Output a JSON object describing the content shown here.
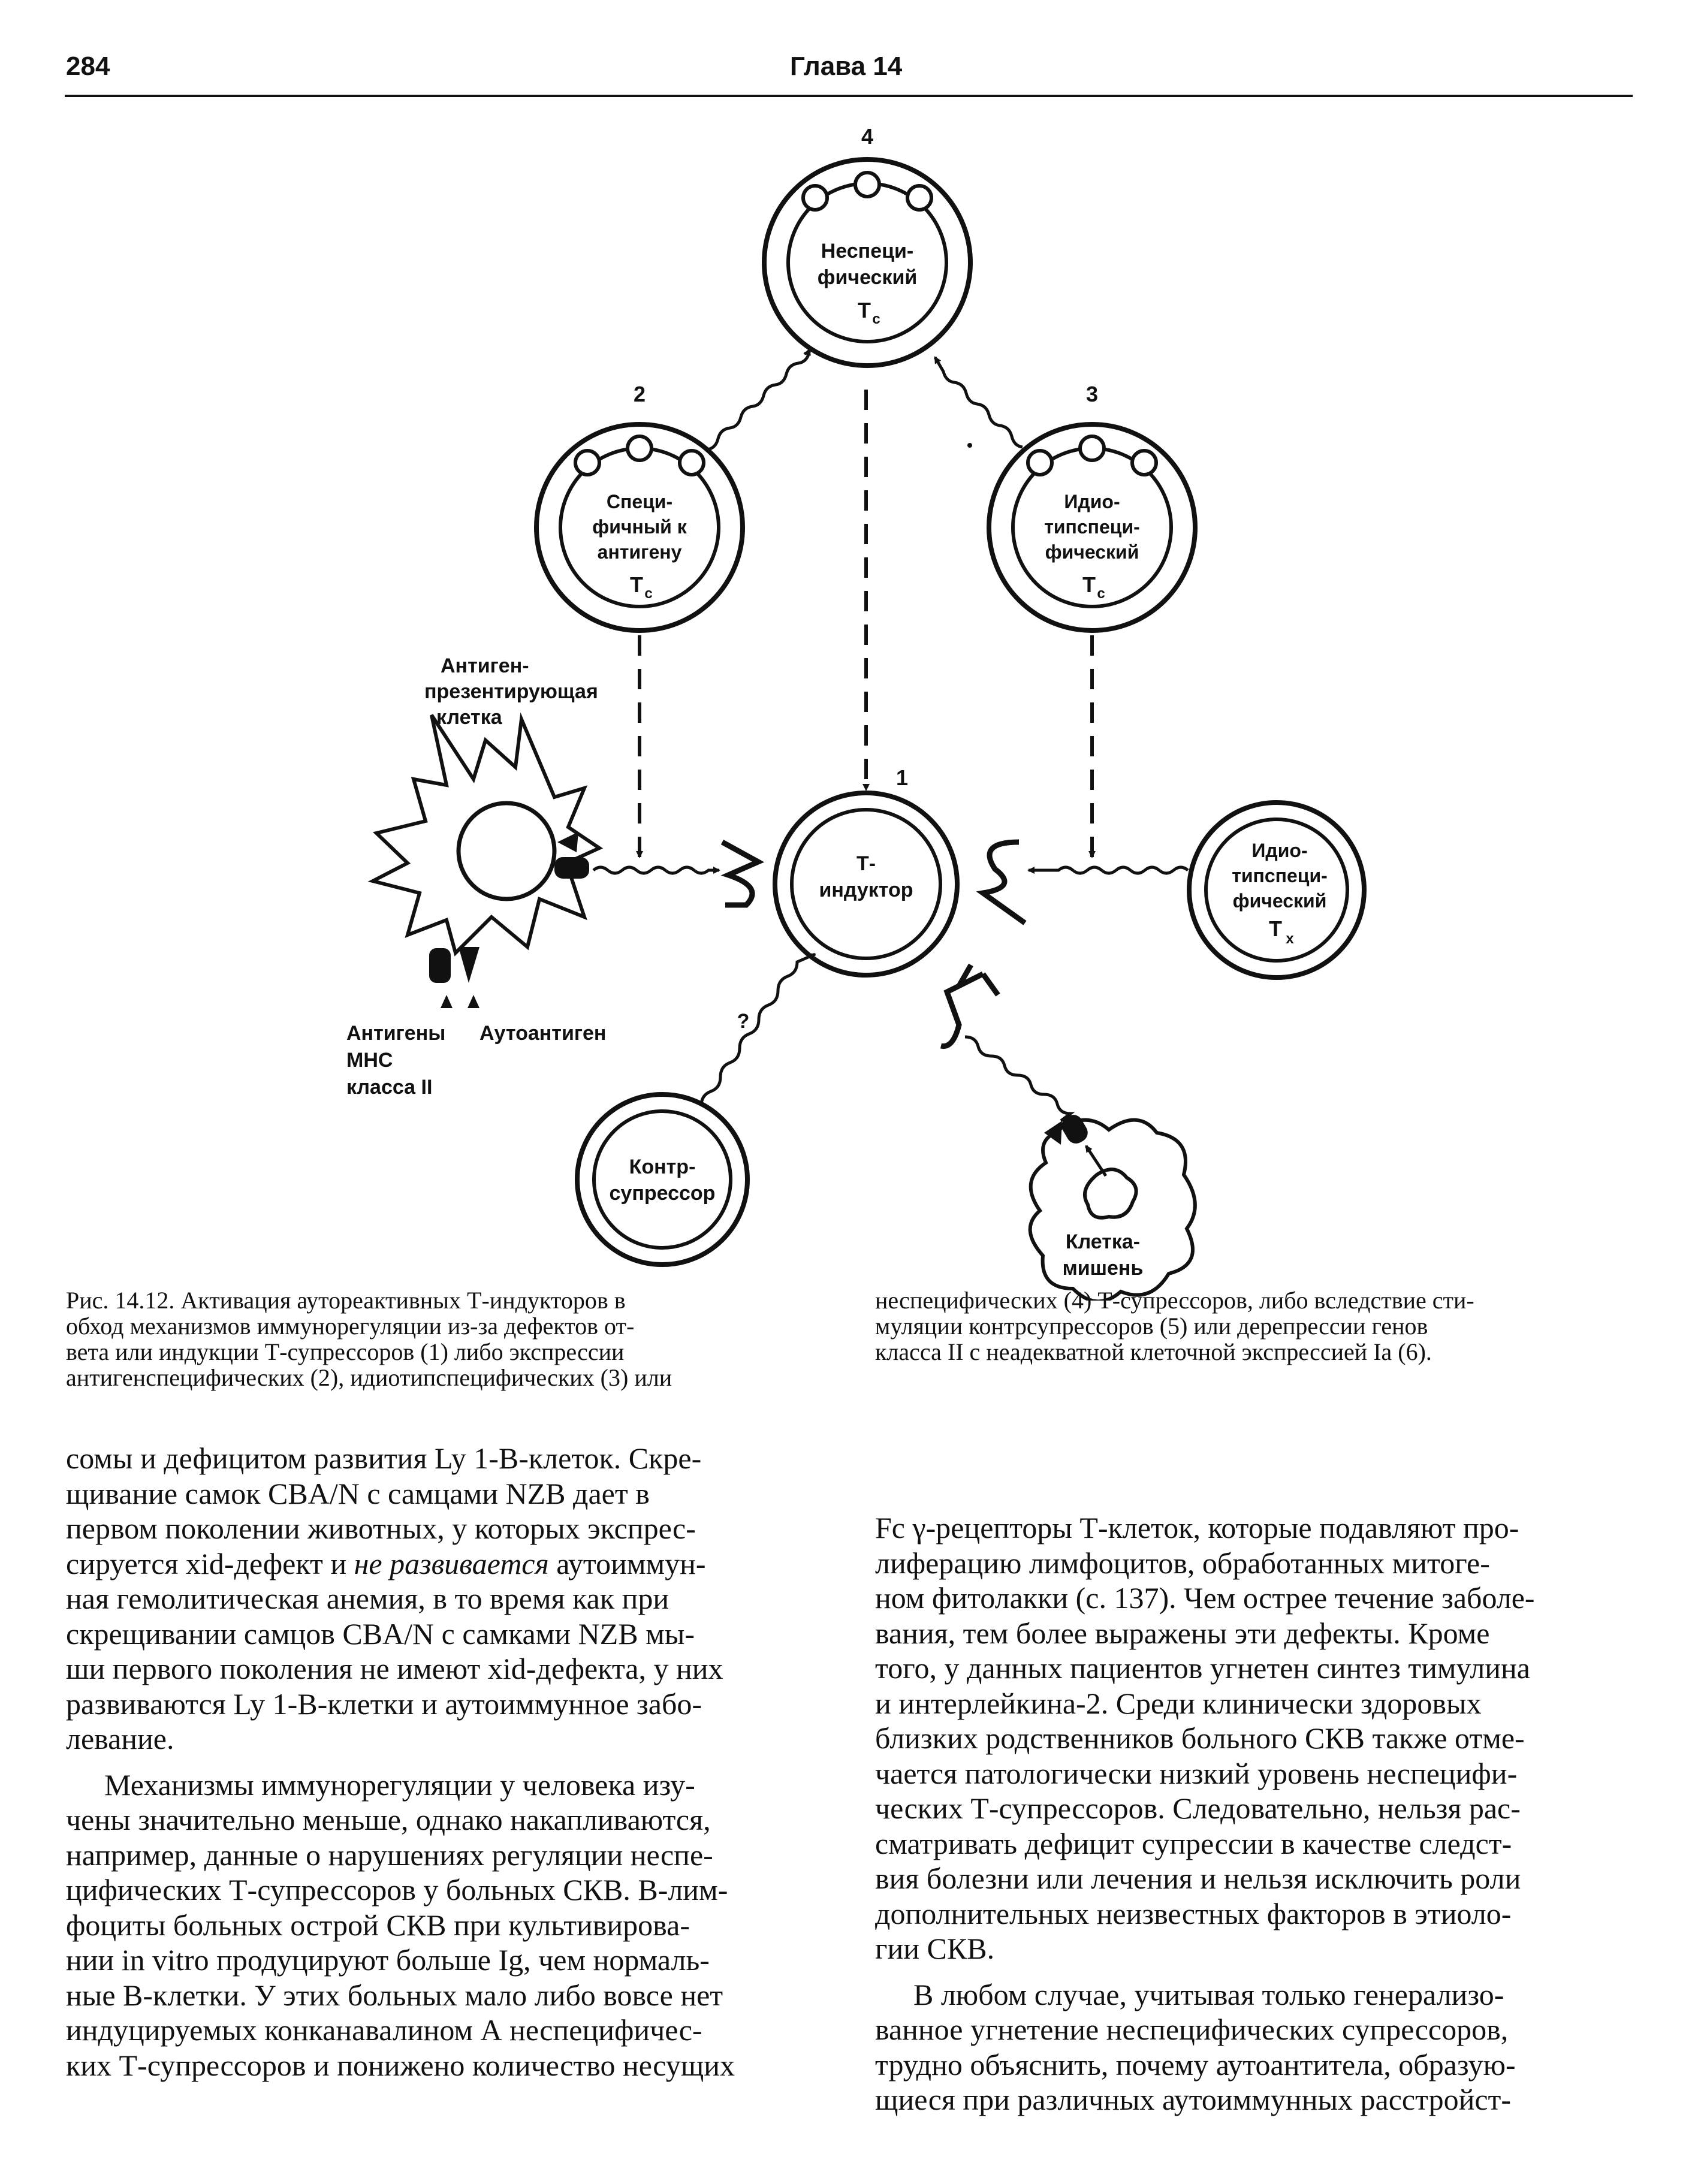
{
  "header": {
    "page_number": "284",
    "chapter": "Глава 14"
  },
  "figure": {
    "cells": {
      "c4": {
        "number": "4",
        "lines": [
          "Неспеци-",
          "фический",
          "Т",
          "с"
        ]
      },
      "c2": {
        "number": "2",
        "lines": [
          "Специ-",
          "фичный к",
          "антигену",
          "Т",
          "с"
        ]
      },
      "c3": {
        "number": "3",
        "lines": [
          "Идио-",
          "типспеци-",
          "фический",
          "Т",
          "с"
        ]
      },
      "c1": {
        "number": "1",
        "lines": [
          "Т-",
          "индуктор"
        ]
      },
      "th": {
        "lines": [
          "Идио-",
          "типспеци-",
          "фический",
          "Т",
          "х"
        ]
      },
      "cs": {
        "lines": [
          "Контр-",
          "супрессор"
        ]
      },
      "target": {
        "lines": [
          "Клетка-",
          "мишень"
        ]
      }
    },
    "apc_label": [
      "Антиген-",
      "презентирующая",
      "клетка"
    ],
    "mhc_label": [
      "Антигены",
      "МНС",
      "класса II"
    ],
    "autoantigen_label": "Аутоантиген",
    "question_mark": "?"
  },
  "caption": {
    "left": [
      "Рис. 14.12. Активация аутореактивных Т-индукторов в",
      "обход механизмов иммунорегуляции из-за дефектов от-",
      "вета или индукции Т-супрессоров (1) либо экспрессии",
      "антигенспецифических (2), идиотипспецифических (3) или"
    ],
    "right": [
      "неспецифических (4) Т-супрессоров, либо вследствие сти-",
      "муляции контрсупрессоров (5) или дерепрессии генов",
      "класса II с неадекватной клеточной экспрессией Ia (6)."
    ]
  },
  "left_column": {
    "p1": [
      "сомы и дефицитом развития Ly 1-В-клеток. Скре-",
      "щивание самок CBA/N с самцами NZB дает в",
      "первом поколении животных, у которых экспрес-",
      "сируется xid-дефект и",
      "не развивается",
      "аутоиммун-",
      "ная гемолитическая анемия, в то время как при",
      "скрещивании самцов CBA/N с самками NZB мы-",
      "ши первого поколения не имеют xid-дефекта, у них",
      "развиваются Ly 1-В-клетки и аутоиммунное забо-",
      "левание."
    ],
    "p2": [
      "Механизмы иммунорегуляции у человека изу-",
      "чены значительно меньше, однако накапливаются,",
      "например, данные о нарушениях регуляции неспе-",
      "цифических Т-супрессоров у больных СКВ. В-лим-",
      "фоциты больных острой СКВ при культивирова-",
      "нии in vitro продуцируют больше Ig, чем нормаль-",
      "ные В-клетки. У этих больных мало либо вовсе нет",
      "индуцируемых конканавалином А неспецифичес-",
      "ких Т-супрессоров и понижено количество несущих"
    ]
  },
  "right_column": {
    "p1": [
      "Fc γ-рецепторы Т-клеток, которые подавляют про-",
      "лиферацию лимфоцитов, обработанных митоге-",
      "ном фитолакки (с. 137). Чем острее течение заболе-",
      "вания, тем более выражены эти дефекты. Кроме",
      "того, у данных пациентов угнетен синтез тимулина",
      "и интерлейкина-2. Среди клинически здоровых",
      "близких родственников больного СКВ также отме-",
      "чается патологически низкий уровень неспецифи-",
      "ческих Т-супрессоров. Следовательно, нельзя рас-",
      "сматривать дефицит супрессии в качестве следст-",
      "вия болезни или лечения и нельзя исключить роли",
      "дополнительных неизвестных факторов в этиоло-",
      "гии СКВ."
    ],
    "p2": [
      "В любом случае, учитывая только генерализо-",
      "ванное угнетение неспецифических супрессоров,",
      "трудно объяснить, почему аутоантитела, образую-",
      "щиеся при различных аутоиммунных расстройст-"
    ]
  }
}
